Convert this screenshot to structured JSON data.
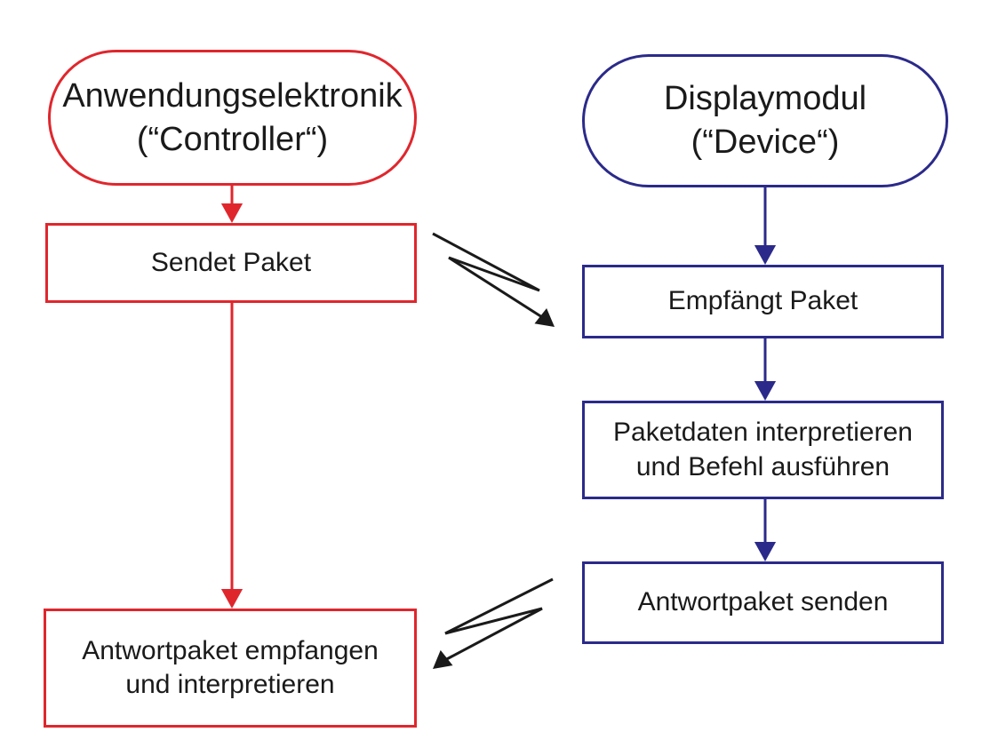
{
  "colors": {
    "controller": "#e0262d",
    "device": "#2b2a8a",
    "signal": "#1a1a1a",
    "text": "#1a1a1a"
  },
  "controller": {
    "title_line1": "Anwendungselektronik",
    "title_line2": "(“Controller“)",
    "send": "Sendet Paket",
    "receive_line1": "Antwortpaket empfangen",
    "receive_line2": "und interpretieren"
  },
  "device": {
    "title_line1": "Displaymodul",
    "title_line2": "(“Device“)",
    "receive": "Empfängt Paket",
    "process_line1": "Paketdaten interpretieren",
    "process_line2": "und Befehl ausführen",
    "reply": "Antwortpaket senden"
  },
  "links": [
    {
      "name": "controller-flow-1",
      "from": "controller-title",
      "to": "controller-send",
      "color": "controller"
    },
    {
      "name": "controller-flow-2",
      "from": "controller-send",
      "to": "controller-receive",
      "color": "controller"
    },
    {
      "name": "device-flow-1",
      "from": "device-title",
      "to": "device-receive",
      "color": "device"
    },
    {
      "name": "device-flow-2",
      "from": "device-receive",
      "to": "device-process",
      "color": "device"
    },
    {
      "name": "device-flow-3",
      "from": "device-process",
      "to": "device-reply",
      "color": "device"
    },
    {
      "name": "wireless-request",
      "from": "controller-send",
      "to": "device-receive",
      "kind": "wireless"
    },
    {
      "name": "wireless-response",
      "from": "device-reply",
      "to": "controller-receive",
      "kind": "wireless"
    }
  ]
}
